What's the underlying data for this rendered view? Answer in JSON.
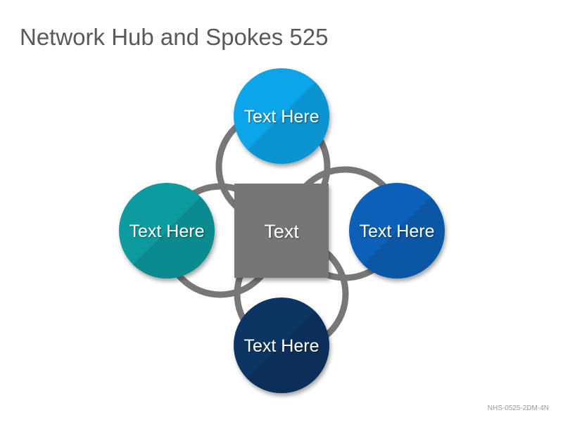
{
  "title": "Network Hub and Spokes 525",
  "hub": {
    "label": "Text",
    "color": "#767676"
  },
  "spokes": [
    {
      "position": "top",
      "label": "Text Here",
      "color": "#0ea5e9"
    },
    {
      "position": "right",
      "label": "Text Here",
      "color": "#0a61b8"
    },
    {
      "position": "bottom",
      "label": "Text Here",
      "color": "#0c3464"
    },
    {
      "position": "left",
      "label": "Text Here",
      "color": "#079ba0"
    }
  ],
  "connector_color": "#777777",
  "footer_code": "NHS-0525-2DM-4N"
}
